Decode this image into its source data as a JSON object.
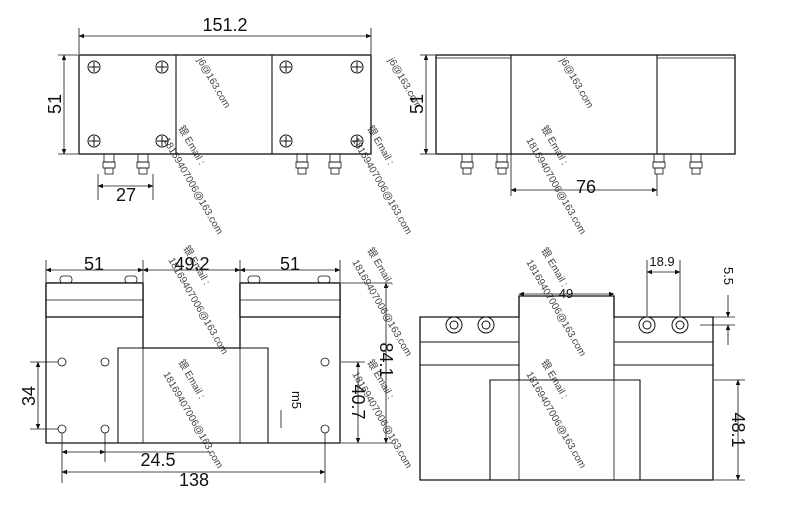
{
  "dimensions": {
    "top_left_width": "151.2",
    "top_left_height": "51",
    "top_left_spacing": "27",
    "top_right_height": "51",
    "top_right_spacing": "76",
    "bottom_left_w1": "51",
    "bottom_left_w2": "49.2",
    "bottom_left_w3": "51",
    "bottom_left_height": "84.1",
    "bottom_left_inner": "40.7",
    "bottom_left_side": "34",
    "bottom_left_hole": "24.5",
    "bottom_left_total": "138",
    "bottom_left_thread": "m5",
    "bottom_right_port": "18.9",
    "bottom_right_gap": "49",
    "bottom_right_top": "5.5",
    "bottom_right_height": "48.1"
  },
  "watermarks": [
    "j6@163.com",
    "j6@163.com",
    "j6@163.com",
    "银 Email :",
    "18169407006@163.com",
    "银 Email :",
    "18169407006@163.com",
    "银 Email :",
    "18169407006@163.com",
    "银 Email :",
    "18169407006@163.com",
    "银 Email :",
    "18169407006@163.com",
    "银 Email :",
    "18169407006@163.com",
    "银 Email :",
    "18169407006@163.com",
    "银 Email :",
    "18169407006@163.com",
    "银 Email :",
    "18169407006@163.com"
  ]
}
